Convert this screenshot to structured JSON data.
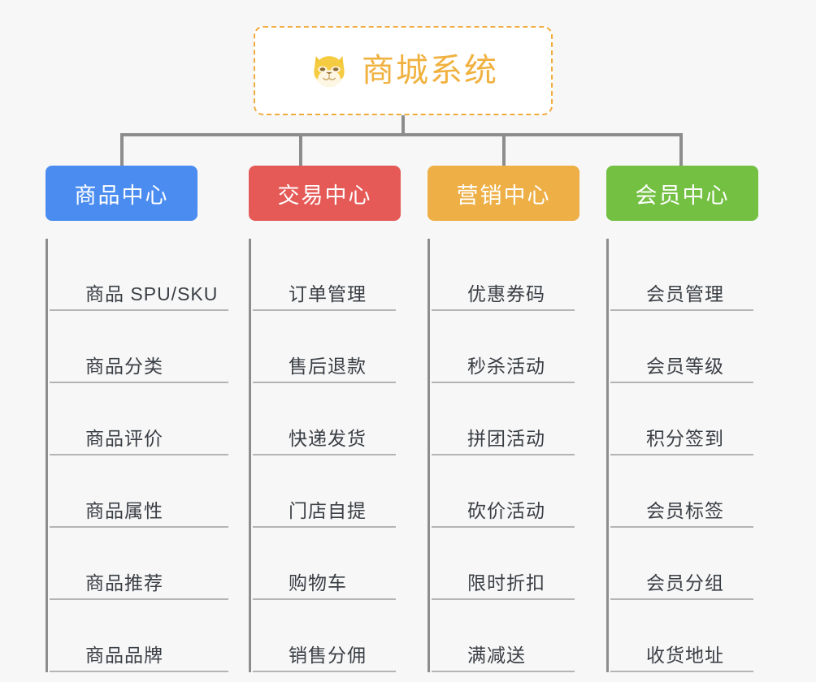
{
  "background_color": "#f7f7f7",
  "root": {
    "title": "商城系统",
    "icon": "shiba-dog-face-emoji",
    "text_color": "#f0b13f",
    "border_color": "#f0ab3d",
    "fill_color": "#ffffff"
  },
  "connector_color": "#8d8d8d",
  "columns": [
    {
      "title": "商品中心",
      "color": "#4a8cf0",
      "items": [
        "商品 SPU/SKU",
        "商品分类",
        "商品评价",
        "商品属性",
        "商品推荐",
        "商品品牌"
      ]
    },
    {
      "title": "交易中心",
      "color": "#e55a57",
      "items": [
        "订单管理",
        "售后退款",
        "快递发货",
        "门店自提",
        "购物车",
        "销售分佣"
      ]
    },
    {
      "title": "营销中心",
      "color": "#edaf46",
      "items": [
        "优惠券码",
        "秒杀活动",
        "拼团活动",
        "砍价活动",
        "限时折扣",
        "满减送"
      ]
    },
    {
      "title": "会员中心",
      "color": "#74c043",
      "items": [
        "会员管理",
        "会员等级",
        "积分签到",
        "会员标签",
        "会员分组",
        "收货地址"
      ]
    }
  ]
}
